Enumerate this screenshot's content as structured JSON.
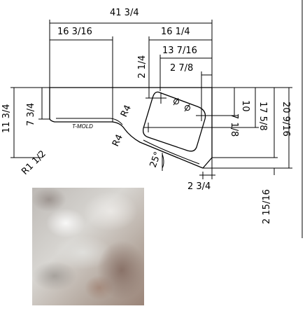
{
  "dimensions": {
    "overall_width": "41 3/4",
    "left_segment": "16 3/16",
    "right_segment": "16 1/4",
    "sink_width": "13 7/16",
    "offset_top": "2 1/4",
    "inner_offset": "2 7/8",
    "height_left": "11 3/4",
    "height_inner": "7 3/4",
    "right_a": "7 1/8",
    "right_b": "10",
    "right_c": "17 5/8",
    "right_d": "20 9/16",
    "bottom_offset": "2 3/4",
    "vertical_bottom": "2 15/16",
    "radius_corner": "R1 1/2",
    "radius_a": "R4",
    "radius_b": "R4",
    "angle": "25°"
  },
  "labels": {
    "molding": "T-MOLD"
  },
  "material": {
    "name": "granite-sample",
    "colors": [
      "#d8d6d2",
      "#9a8478",
      "#bdb9b5"
    ]
  }
}
